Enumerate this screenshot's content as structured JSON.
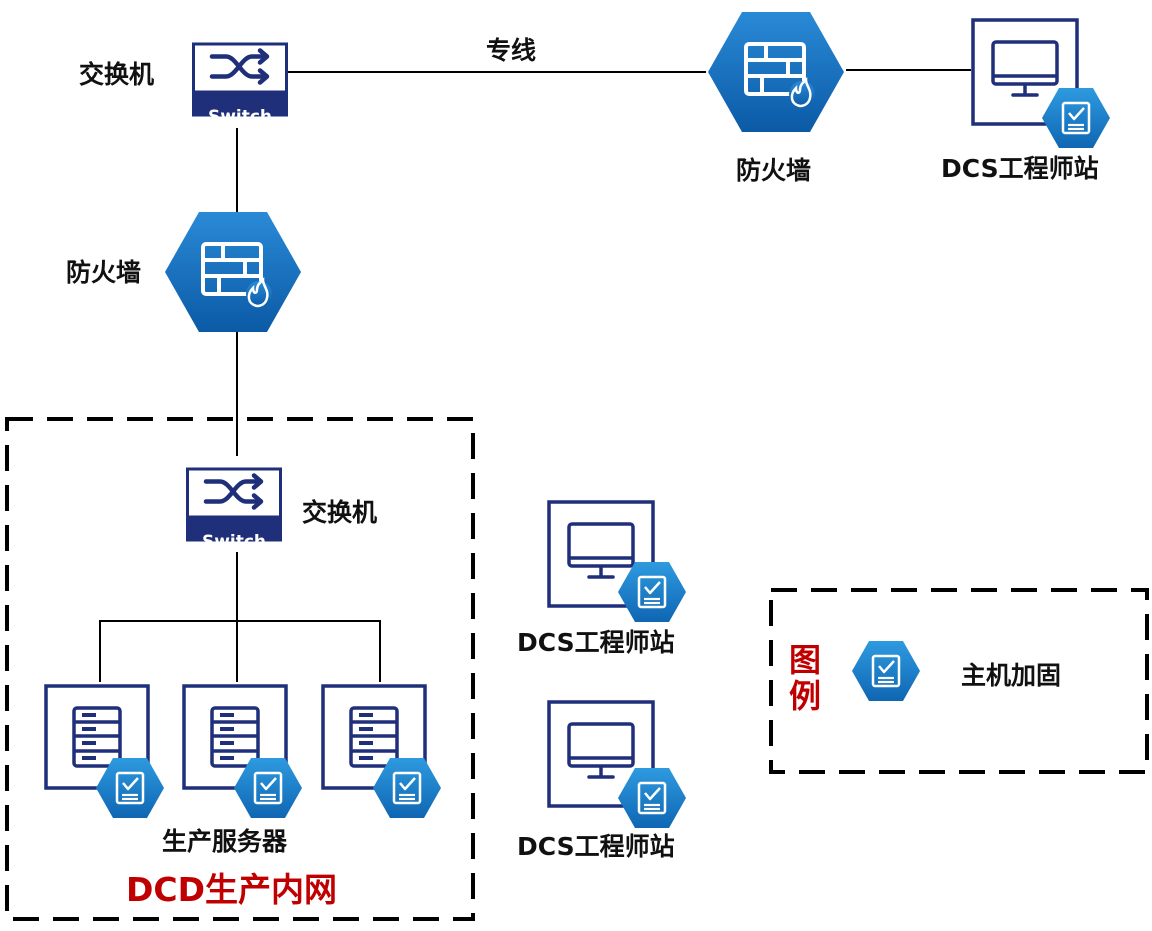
{
  "colors": {
    "navy": "#1f2f7a",
    "hex_blue": "#1776c4",
    "hex_blue_dark": "#0b5aa6",
    "badge_blue": "#1e86cf",
    "line": "#000000",
    "title_red": "#c00000"
  },
  "labels": {
    "switch_top": "交换机",
    "dedicated_line": "专线",
    "firewall_right": "防火墙",
    "dcs_top_right": "DCS工程师站",
    "firewall_left": "防火墙",
    "switch_inner": "交换机",
    "servers": "生产服务器",
    "zone_title": "DCD生产内网",
    "dcs_middle_1": "DCS工程师站",
    "dcs_middle_2": "DCS工程师站",
    "legend_title_1": "图",
    "legend_title_2": "例",
    "legend_item": "主机加固"
  },
  "icons": {
    "switch_text": "Switch",
    "switch_icon": "switch-icon",
    "firewall_icon": "firewall-icon",
    "workstation_icon": "workstation-icon",
    "server_icon": "server-icon",
    "host_hardening_icon": "host-hardening-icon"
  }
}
